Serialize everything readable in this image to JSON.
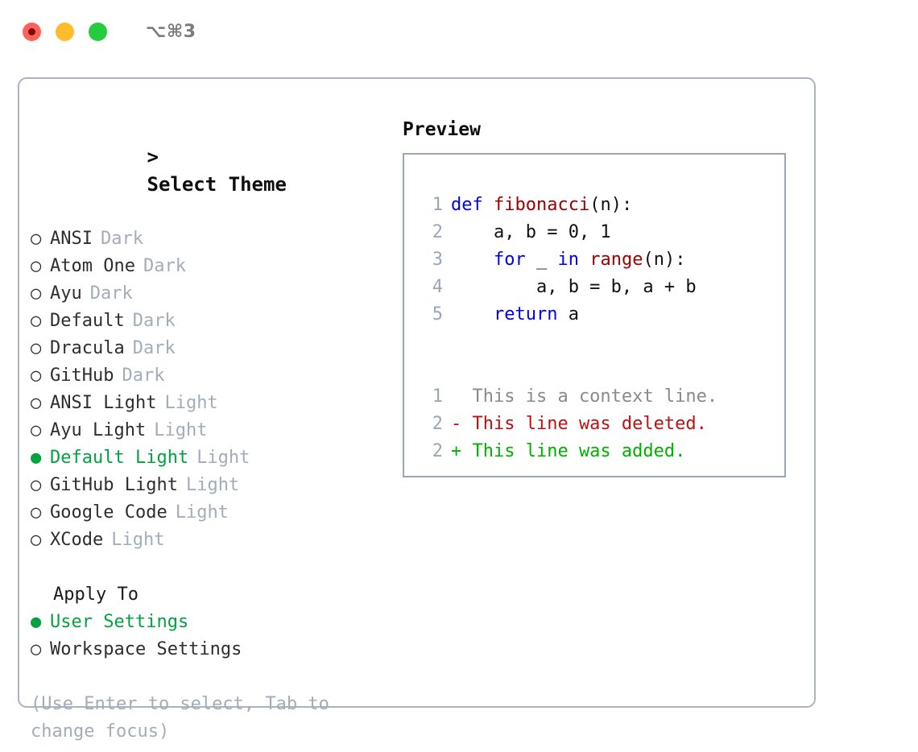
{
  "titlebar": {
    "title": "⌥⌘3",
    "buttons": [
      {
        "name": "close",
        "color": "#ff6059"
      },
      {
        "name": "minimize",
        "color": "#ffbd2e"
      },
      {
        "name": "maximize",
        "color": "#25cc3f"
      }
    ]
  },
  "colors": {
    "selected_green": "#00a33f",
    "muted_gray": "#a3adba",
    "keyword_blue": "#0000f0",
    "function_red": "#a00000",
    "diff_added": "#00b000",
    "diff_deleted": "#bb1111",
    "diff_context": "#8a8a8a",
    "panel_border": "#aab4c0"
  },
  "theme_picker": {
    "title": "Select Theme",
    "caret": ">",
    "bullet_unselected": "○",
    "bullet_selected": "●",
    "items": [
      {
        "label": "ANSI",
        "tag": "Dark",
        "selected": false
      },
      {
        "label": "Atom One",
        "tag": "Dark",
        "selected": false
      },
      {
        "label": "Ayu",
        "tag": "Dark",
        "selected": false
      },
      {
        "label": "Default",
        "tag": "Dark",
        "selected": false
      },
      {
        "label": "Dracula",
        "tag": "Dark",
        "selected": false
      },
      {
        "label": "GitHub",
        "tag": "Dark",
        "selected": false
      },
      {
        "label": "ANSI Light",
        "tag": "Light",
        "selected": false
      },
      {
        "label": "Ayu Light",
        "tag": "Light",
        "selected": false
      },
      {
        "label": "Default Light",
        "tag": "Light",
        "selected": true
      },
      {
        "label": "GitHub Light",
        "tag": "Light",
        "selected": false
      },
      {
        "label": "Google Code",
        "tag": "Light",
        "selected": false
      },
      {
        "label": "XCode",
        "tag": "Light",
        "selected": false
      }
    ]
  },
  "apply_to": {
    "heading": "Apply To",
    "items": [
      {
        "label": "User Settings",
        "selected": true
      },
      {
        "label": "Workspace Settings",
        "selected": false
      }
    ]
  },
  "hint": "(Use Enter to select, Tab to change focus)",
  "preview": {
    "title": "Preview",
    "code_lines": [
      {
        "num": "1",
        "tokens": [
          {
            "t": "def",
            "c": "kw"
          },
          {
            "t": " ",
            "c": "plain"
          },
          {
            "t": "fibonacci",
            "c": "fn"
          },
          {
            "t": "(n):",
            "c": "plain"
          }
        ]
      },
      {
        "num": "2",
        "tokens": [
          {
            "t": "    a, b = 0, 1",
            "c": "plain"
          }
        ]
      },
      {
        "num": "3",
        "tokens": [
          {
            "t": "    ",
            "c": "plain"
          },
          {
            "t": "for",
            "c": "kw"
          },
          {
            "t": " _ ",
            "c": "plain"
          },
          {
            "t": "in",
            "c": "kw"
          },
          {
            "t": " ",
            "c": "plain"
          },
          {
            "t": "range",
            "c": "fn"
          },
          {
            "t": "(n):",
            "c": "plain"
          }
        ]
      },
      {
        "num": "4",
        "tokens": [
          {
            "t": "        a, b = b, a + b",
            "c": "plain"
          }
        ]
      },
      {
        "num": "5",
        "tokens": [
          {
            "t": "    ",
            "c": "plain"
          },
          {
            "t": "return",
            "c": "kw"
          },
          {
            "t": " a",
            "c": "plain"
          }
        ]
      }
    ],
    "diff_lines": [
      {
        "num": "1",
        "marker": " ",
        "text": "  This is a context line.",
        "kind": "ctx"
      },
      {
        "num": "2",
        "marker": "-",
        "text": "- This line was deleted.",
        "kind": "del"
      },
      {
        "num": "2",
        "marker": "+",
        "text": "+ This line was added.",
        "kind": "add"
      }
    ]
  }
}
